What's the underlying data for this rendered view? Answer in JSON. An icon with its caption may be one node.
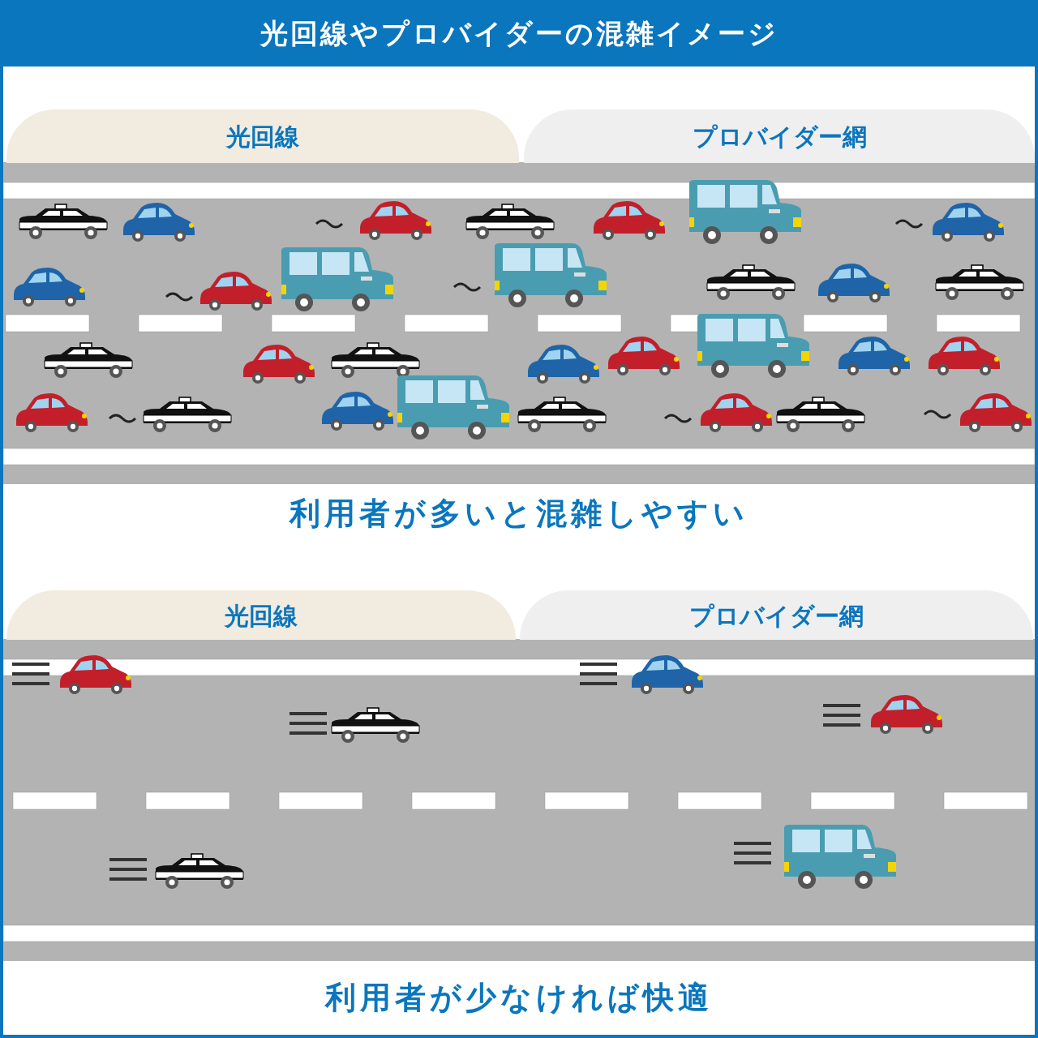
{
  "diagram": {
    "title": "光回線やプロバイダーの混雑イメージ",
    "nodes": [
      {
        "text": [
          "光回線"
        ]
      },
      {
        "text": [
          "プロバイダー網"
        ]
      },
      {
        "text": [
          "光回線"
        ]
      },
      {
        "text": [
          "プロバイダー網"
        ]
      }
    ],
    "labels": [
      "利用者が多いと混雑しやすい",
      "利用者が少なければ快適"
    ]
  }
}
